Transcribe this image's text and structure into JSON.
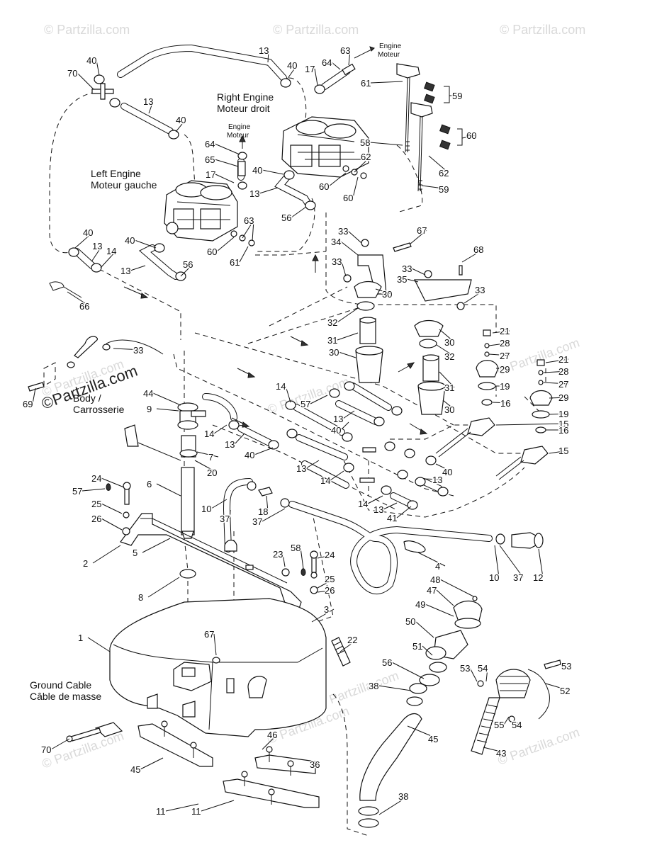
{
  "watermarks": [
    "© Partzilla.com",
    "© Partzilla.com",
    "© Partzilla.com",
    "© Partzilla.com",
    "© Partzilla.com",
    "© Partzilla.com",
    "© Partzilla.com",
    "© Partzilla.com",
    "© Partzilla.com",
    "© Partzilla.com"
  ],
  "watermark_center": "©Partzilla.com",
  "labels": {
    "right_engine_en": "Right Engine",
    "right_engine_fr": "Moteur droit",
    "left_engine_en": "Left Engine",
    "left_engine_fr": "Moteur gauche",
    "engine_en_1": "Engine",
    "engine_fr_1": "Moteur",
    "engine_en_2": "Engine",
    "engine_fr_2": "Moteur",
    "body_en": "Body /",
    "body_fr": "Carrosserie",
    "ground_en": "Ground Cable",
    "ground_fr": "Câble de masse"
  },
  "callouts": [
    "1",
    "2",
    "3",
    "4",
    "5",
    "6",
    "7",
    "8",
    "9",
    "10",
    "10",
    "11",
    "11",
    "12",
    "13",
    "13",
    "13",
    "13",
    "13",
    "13",
    "13",
    "13",
    "13",
    "13",
    "14",
    "14",
    "14",
    "14",
    "14",
    "15",
    "15",
    "16",
    "16",
    "17",
    "17",
    "18",
    "19",
    "19",
    "20",
    "21",
    "21",
    "22",
    "23",
    "24",
    "24",
    "25",
    "25",
    "26",
    "26",
    "27",
    "27",
    "28",
    "28",
    "29",
    "29",
    "30",
    "30",
    "30",
    "30",
    "31",
    "31",
    "32",
    "32",
    "33",
    "33",
    "33",
    "33",
    "33",
    "34",
    "35",
    "36",
    "37",
    "37",
    "37",
    "38",
    "38",
    "40",
    "40",
    "40",
    "40",
    "40",
    "40",
    "40",
    "40",
    "40",
    "41",
    "43",
    "44",
    "45",
    "45",
    "46",
    "47",
    "48",
    "49",
    "50",
    "51",
    "52",
    "53",
    "53",
    "54",
    "54",
    "55",
    "56",
    "56",
    "56",
    "57",
    "57",
    "58",
    "58",
    "59",
    "59",
    "60",
    "60",
    "60",
    "60",
    "61",
    "61",
    "62",
    "62",
    "62",
    "63",
    "63",
    "64",
    "64",
    "65",
    "66",
    "67",
    "67",
    "68",
    "69",
    "70",
    "70"
  ]
}
